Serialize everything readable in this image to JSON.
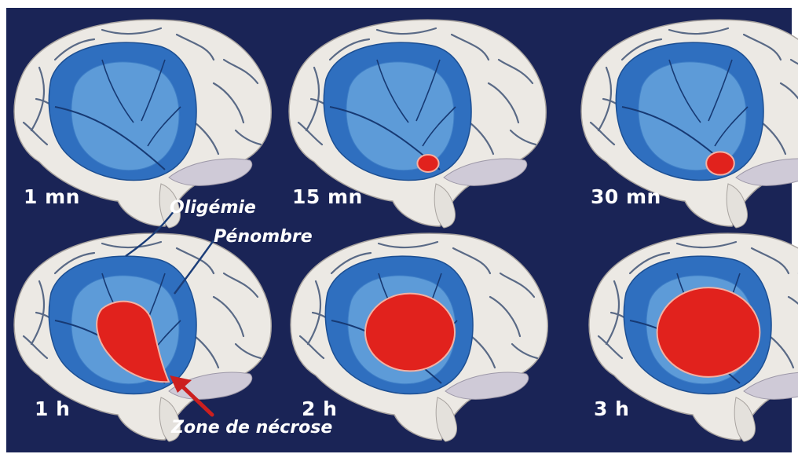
{
  "figure": {
    "panels": [
      {
        "time": "1 mn",
        "necrosis_scale": 0
      },
      {
        "time": "15 mn",
        "necrosis_scale": 0.08
      },
      {
        "time": "30 mn",
        "necrosis_scale": 0.14
      },
      {
        "time": "1 h",
        "necrosis_scale": 0.5
      },
      {
        "time": "2 h",
        "necrosis_scale": 0.7
      },
      {
        "time": "3 h",
        "necrosis_scale": 0.82
      }
    ],
    "labels": {
      "oligemia": "Oligémie",
      "penumbra": "Pénombre",
      "necrosis": "Zone de nécrose"
    },
    "colors": {
      "background": "#1a2456",
      "brain": "#ece9e4",
      "oligemia": "#2f6fbf",
      "penumbra": "#5d9bd8",
      "necrosis": "#e1221d",
      "sulci": "#5a6a86",
      "arrow": "#cc1f1f"
    }
  }
}
